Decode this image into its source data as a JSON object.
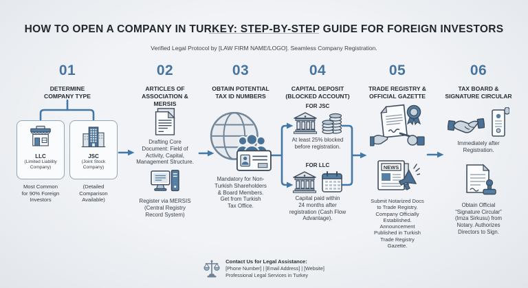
{
  "colors": {
    "background": "#eaedf1",
    "accent_blue": "#4178a8",
    "number_blue": "#47749f",
    "heading_dark": "#262c33",
    "body_text": "#39404a",
    "box_border": "#93a5b7",
    "icon_dark": "#3d4d5f",
    "icon_blue": "#4a7296",
    "icon_light": "#c9d4dd"
  },
  "header": {
    "title": "HOW TO OPEN A COMPANY IN TURKEY: STEP-BY-STEP GUIDE FOR FOREIGN INVESTORS",
    "subtitle": "Verified Legal Protocol by [LAW FIRM NAME/LOGO]. Seamless Company Registration."
  },
  "steps": [
    {
      "number": "01",
      "title": "DETERMINE\nCOMPANY TYPE",
      "llc": {
        "abbr": "LLC",
        "name": "(Limited Liability\nCompany)",
        "note": "Most Common\nfor 90% Foreign\nInvestors",
        "icon": "storefront-icon"
      },
      "jsc": {
        "abbr": "JSC",
        "name": "(Joint Stock\nCompany)",
        "note": "(Detailed\nComparison\nAvailable)",
        "icon": "office-building-icon"
      }
    },
    {
      "number": "02",
      "title": "ARTICLES OF\nASSOCIATION &\nMERSIS",
      "text1": "Drafting Core\nDocument: Field of\nActivity, Capital,\nManagement Structure.",
      "text2": "Register via MERSIS\n(Central Registry\nRecord System)",
      "icons": [
        "document-icon",
        "computer-icon"
      ]
    },
    {
      "number": "03",
      "title": "OBTAIN POTENTIAL\nTAX ID NUMBERS",
      "text": "Mandatory for Non-\nTurkish Shareholders\n& Board Members.\nGet from Turkish\nTax Office.",
      "icon": "globe-shareholders-id-icon"
    },
    {
      "number": "04",
      "title": "CAPITAL DEPOSIT\n(BLOCKED ACCOUNT)",
      "jsc_label": "FOR JSC",
      "jsc_text": "At least 25% blocked\nbefore registration.",
      "llc_label": "FOR LLC",
      "llc_text": "Capital paid within\n24 months after\nregistration (Cash Flow\nAdvantage).",
      "icons": [
        "bank-icon",
        "coins-icon",
        "bank-icon",
        "calendar-icon"
      ]
    },
    {
      "number": "05",
      "title": "TRADE REGISTRY &\nOFFICIAL GAZETTE",
      "news_label": "NEWS",
      "text": "Submit Notarized Docs\nto Trade Registry.\nCompany Officially\nEstablished.\nAnnouncement\nPublished in Turkish\nTrade Registry\nGazette.",
      "icons": [
        "notarized-signing-icon",
        "gazette-announcement-icon"
      ]
    },
    {
      "number": "06",
      "title": "TAX BOARD &\nSIGNATURE CIRCULAR",
      "text1": "Immediately after\nRegistration.",
      "text2": "Obtain Official\n“Signature Circular”\n(Imza Sirkusu) from\nNotary. Authorizes\nDirectors to Sign.",
      "icons": [
        "handshake-icon",
        "circular-scroll-icon",
        "notary-stamp-icon"
      ]
    }
  ],
  "footer": {
    "heading": "Contact Us for Legal Assistance:",
    "contacts": "[Phone Number] | [Email Address] | [Website]",
    "tagline": "Professional Legal Services in Turkey",
    "icon": "scales-of-justice-icon"
  }
}
